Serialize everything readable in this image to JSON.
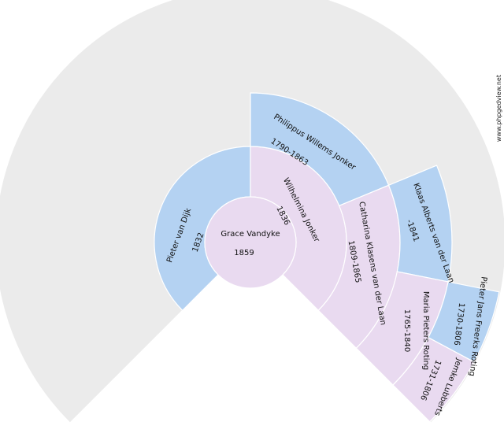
{
  "colors": {
    "background": "#ebebeb",
    "male": "#b4d2f2",
    "female": "#e9daf0",
    "edge": "#ffffff"
  },
  "watermark": "www.phpgedview.net",
  "root": {
    "name": "Grace Vandyke",
    "years": "1859"
  },
  "generation1": {
    "father": {
      "name": "Pieter van Dijk",
      "years": "1832"
    },
    "mother": {
      "name": "Wilhelmina Jonker",
      "years": "1836"
    }
  },
  "generation2": {
    "mothers_father": {
      "name": "Philippus Willems Jonker",
      "years": "1790-1863"
    },
    "mothers_mother": {
      "name": "Catharina Klasens van der Laan",
      "years": "1809-1865"
    }
  },
  "generation3": {
    "klaas": {
      "name": "Klaas Alberts van der Laan",
      "years": "-1841"
    },
    "maria": {
      "name": "Maria Pieters Roting",
      "years": "1765-1840"
    }
  },
  "generation4": {
    "pieter": {
      "name": "Pieter Jans Freerks Roting",
      "years": "1730-1806"
    },
    "jemke": {
      "name": "Jemke Lubberts",
      "years": "1731-1806"
    }
  }
}
